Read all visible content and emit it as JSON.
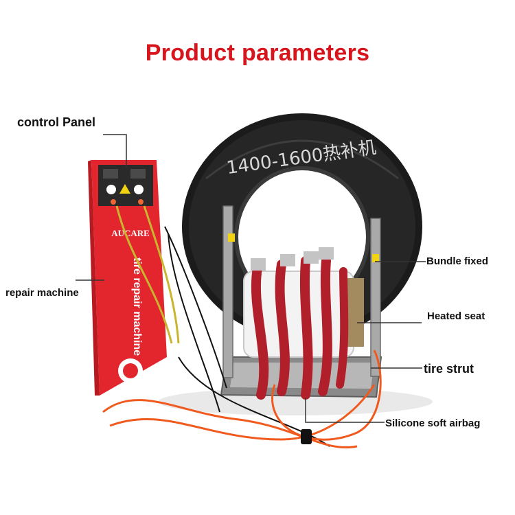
{
  "page": {
    "title": "Product parameters"
  },
  "labels": {
    "control_panel": "control Panel",
    "repair_machine": "repair machine",
    "bundle_fixed": "Bundle fixed",
    "heated_seat": "Heated seat",
    "tire_strut": "tire strut",
    "silicone_soft_airbag": "Silicone soft airbag"
  },
  "machine": {
    "brand": "AUCARE",
    "vertical_text": "tire repair machine"
  },
  "tire": {
    "handwritten": "1400-1600热补机"
  },
  "colors": {
    "title": "#d8141c",
    "machine_body": "#e3262d",
    "tire": "#1b1b1b",
    "straps": "#b01f2a",
    "hose": "#f05a1e"
  }
}
